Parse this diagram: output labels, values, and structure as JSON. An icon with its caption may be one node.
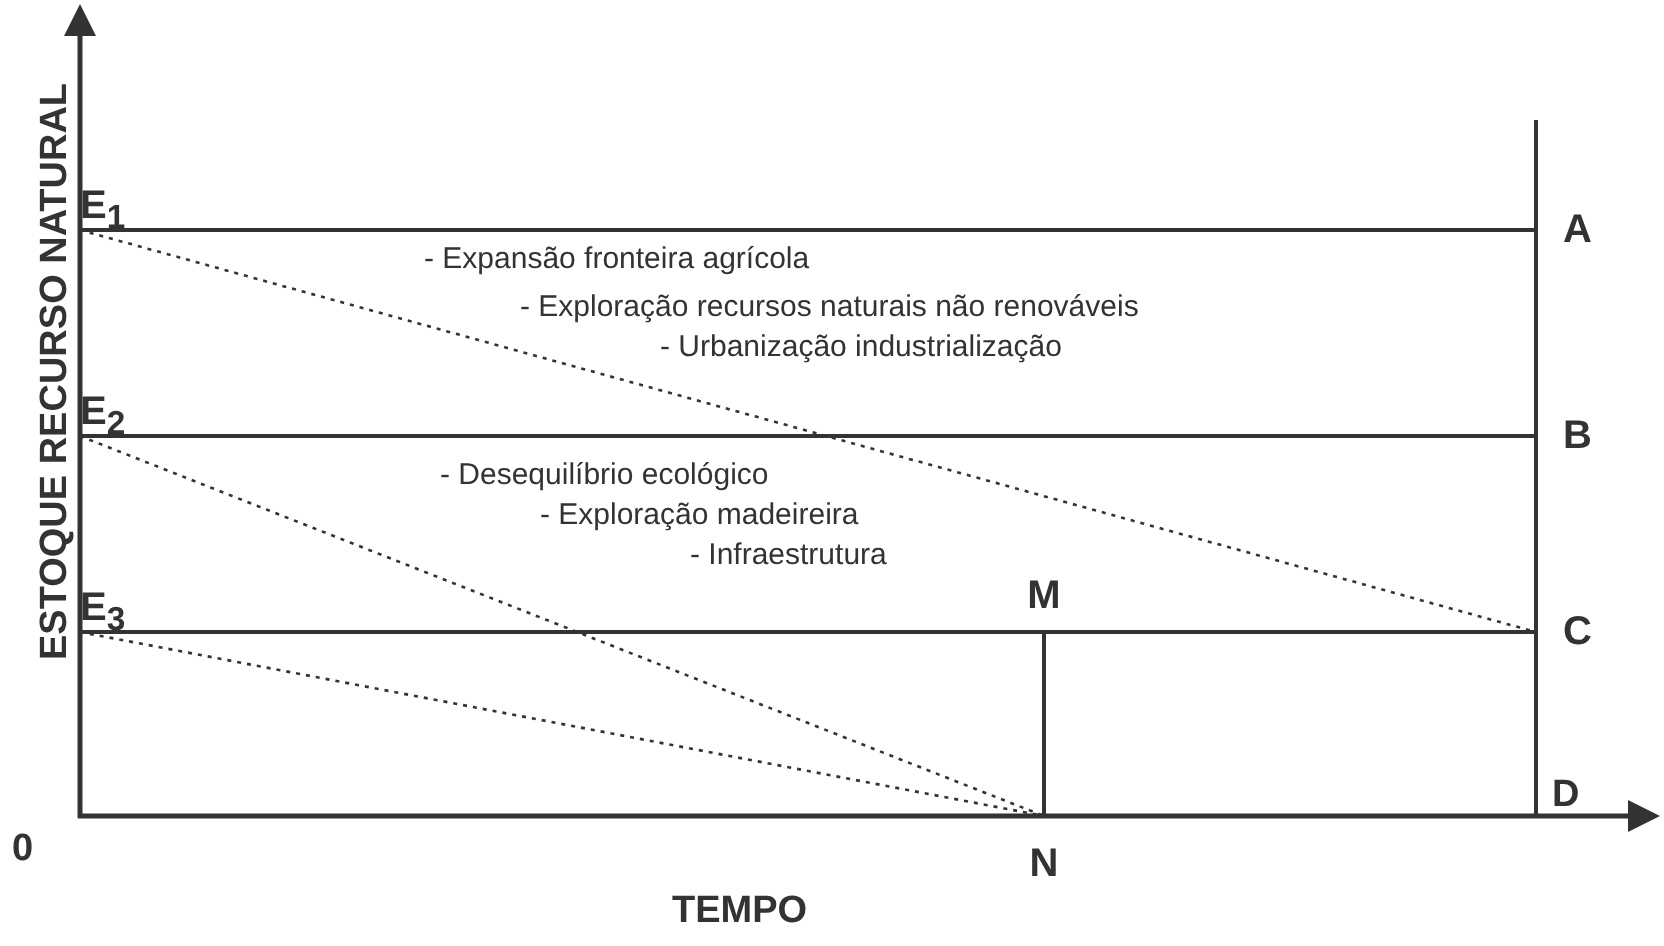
{
  "diagram": {
    "nodes": [
      {
        "text": [
          "E$_{1}$"
        ]
      },
      {
        "text": [
          "E$_{2}$"
        ]
      },
      {
        "text": [
          "E$_{3}$"
        ]
      },
      {
        "text": [
          "A"
        ]
      },
      {
        "text": [
          "B"
        ]
      },
      {
        "text": [
          "C"
        ]
      },
      {
        "text": [
          "M"
        ]
      },
      {
        "text": [
          "N"
        ]
      }
    ],
    "edges": [
      {
        "from": 0,
        "to": 3,
        "arrow": "none"
      },
      {
        "from": 1,
        "to": 4,
        "arrow": "none"
      },
      {
        "from": 2,
        "to": 5,
        "arrow": "none"
      },
      {
        "from": 0,
        "to": 5,
        "arrow": "none",
        "style": "dashed"
      },
      {
        "from": 1,
        "to": 7,
        "arrow": "none",
        "style": "dashed"
      },
      {
        "from": 2,
        "to": 7,
        "arrow": "none",
        "style": "dashed"
      },
      {
        "from": 6,
        "to": 7,
        "arrow": "none"
      }
    ],
    "labels": [
      "ESTOQUE RECURSO NATURAL",
      "- Expansão fronteira agrícola",
      "- Exploração recursos naturais não renováveis",
      "- Urbanização industrialização",
      "- Desequilíbrio ecológico",
      "- Exploração madeireira",
      "- Infraestrutura",
      "0",
      "D",
      "TEMPO"
    ]
  }
}
